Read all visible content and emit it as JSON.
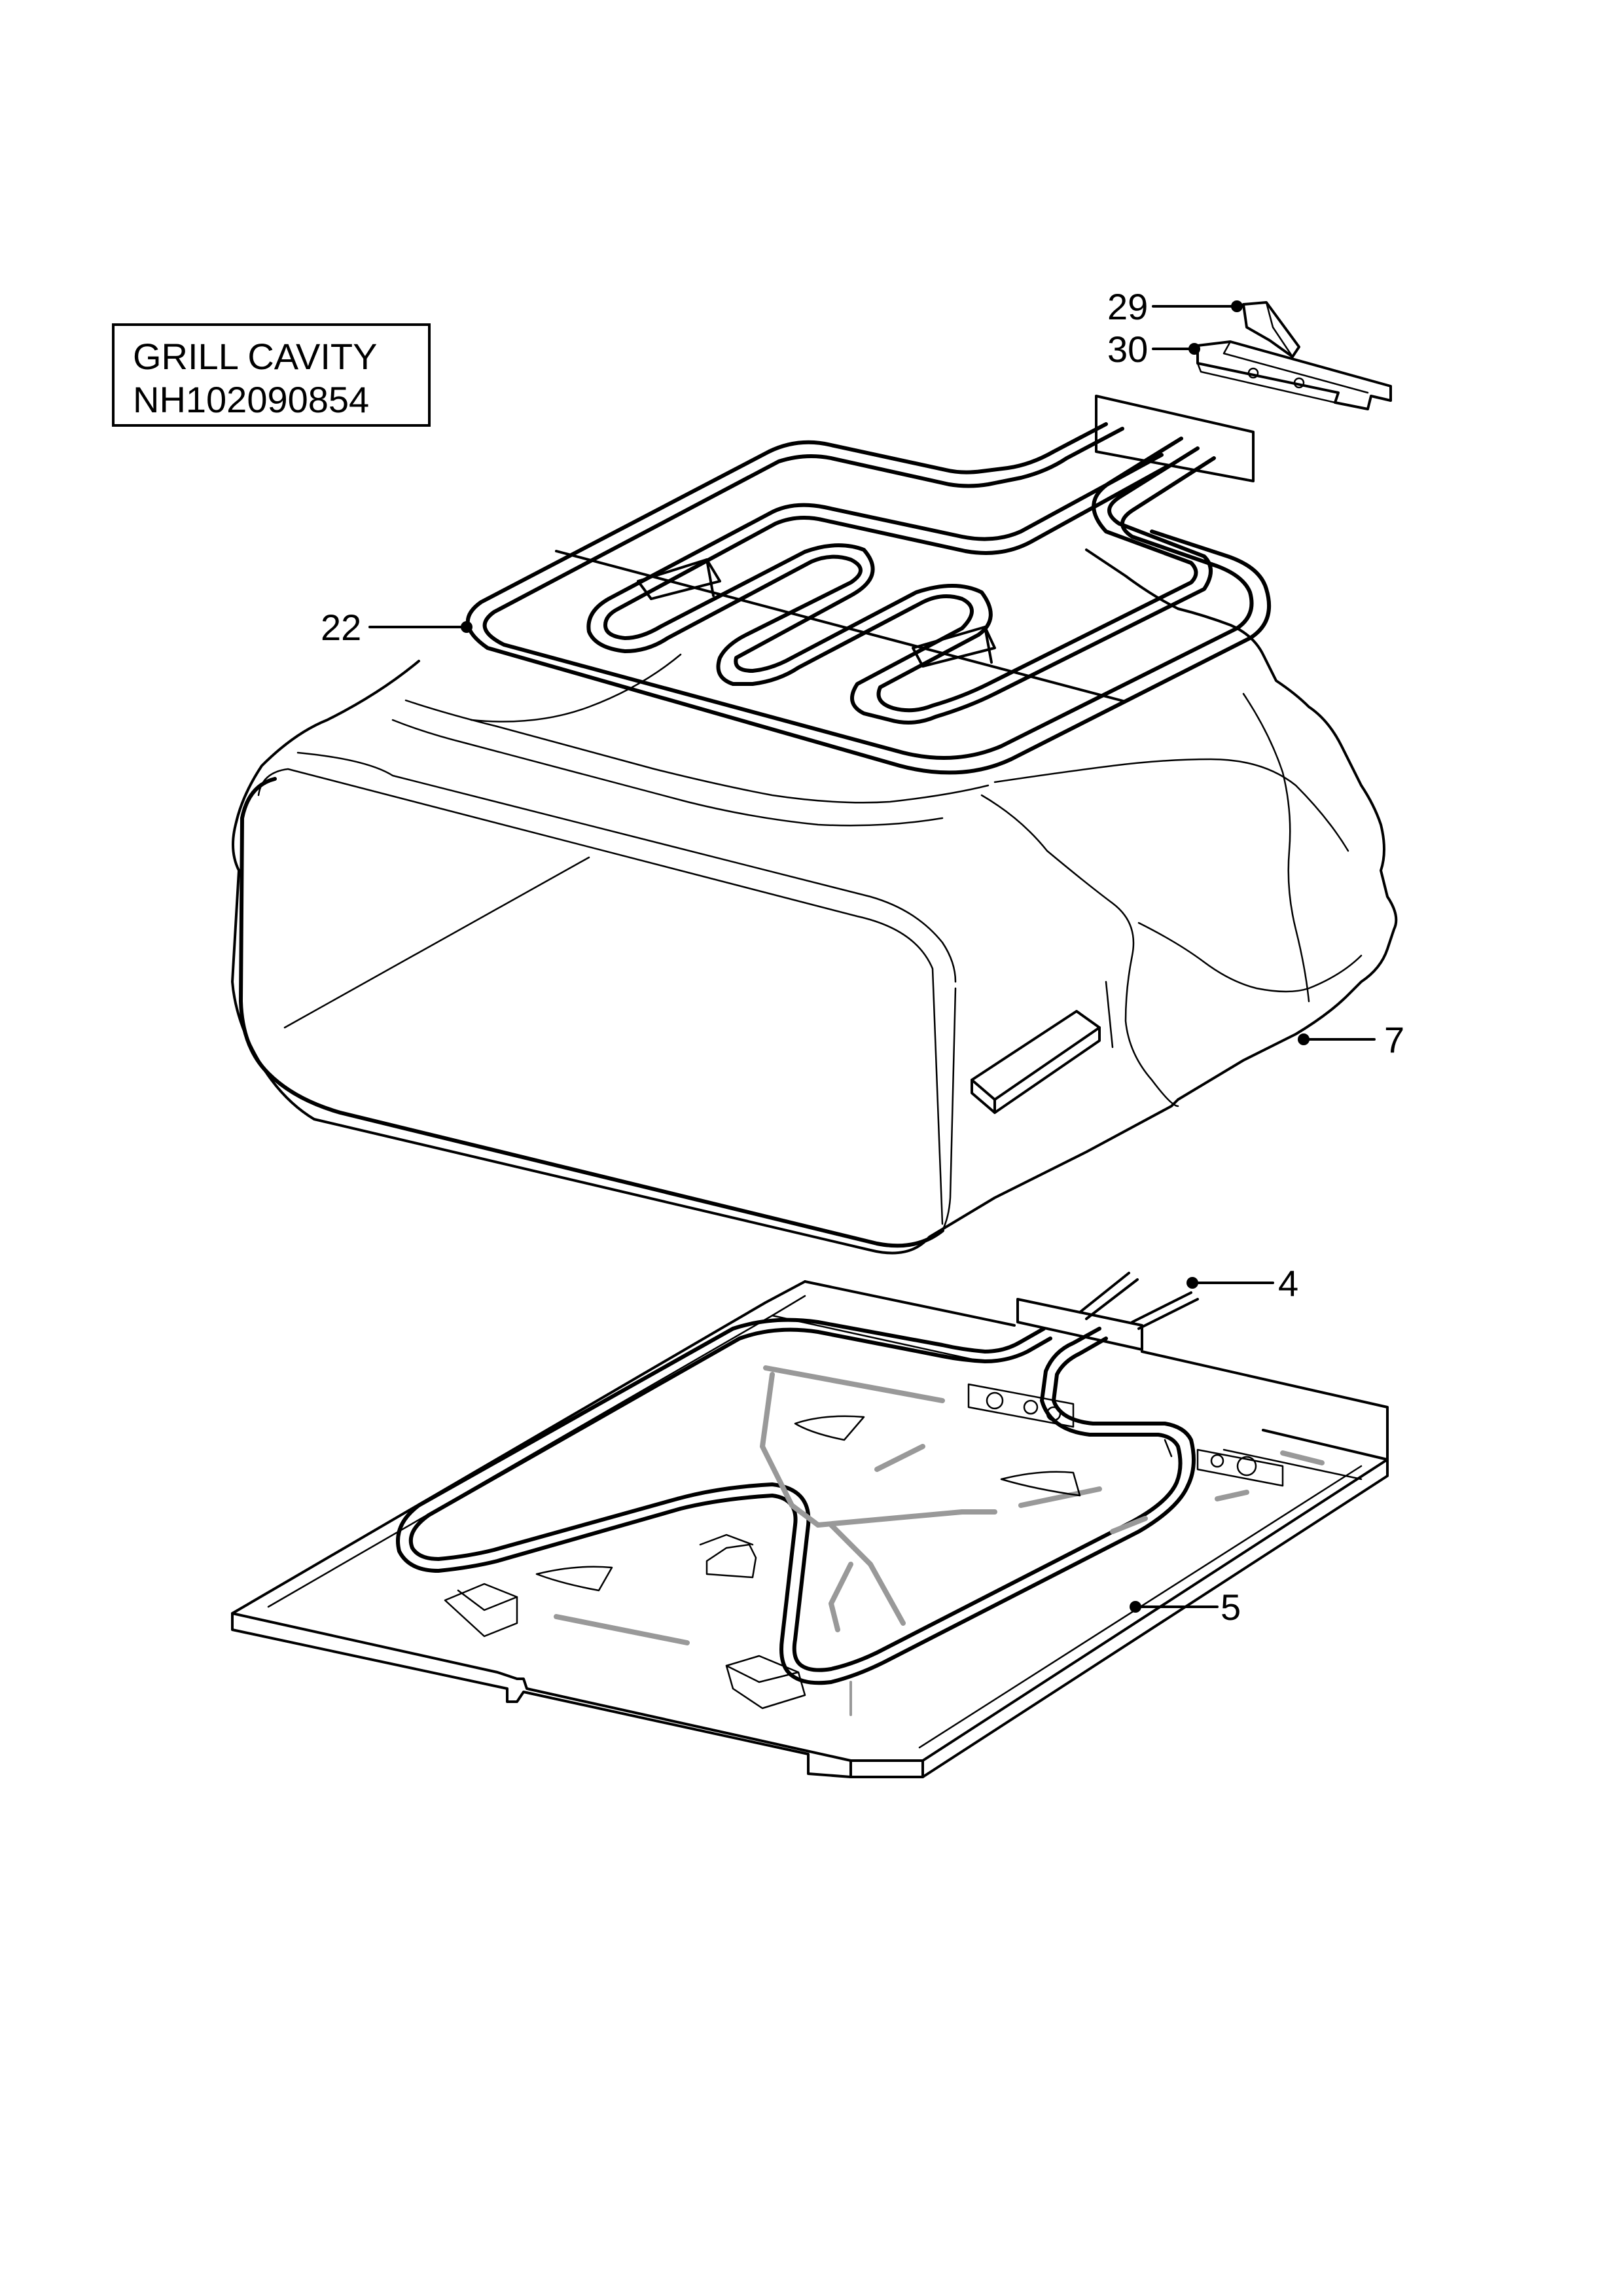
{
  "title_block": {
    "line1": "GRILL CAVITY",
    "line2": "NH102090854"
  },
  "callouts": {
    "c29": "29",
    "c30": "30",
    "c22": "22",
    "c7": "7",
    "c4": "4",
    "c5": "5"
  }
}
